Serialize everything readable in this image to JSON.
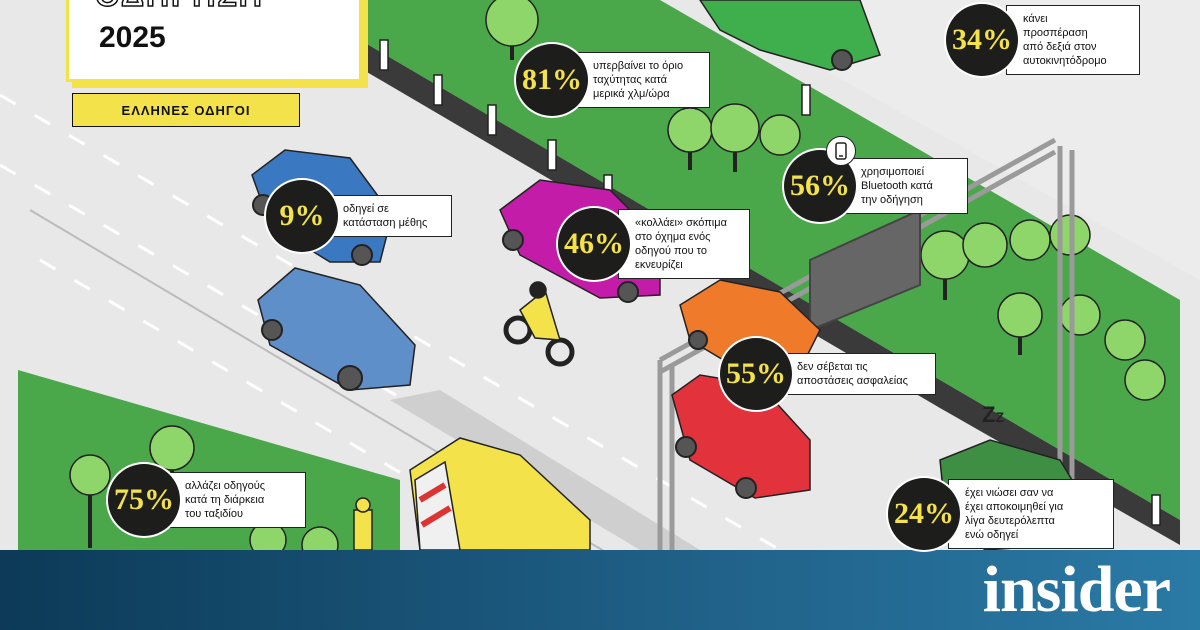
{
  "title": {
    "line1": "ΟΔΗΓΗΣΗ",
    "line2": "2025"
  },
  "tag": "ΕΛΛΗΝΕΣ ΟΔΗΓΟΙ",
  "stats": [
    {
      "id": "speeding",
      "value": "81%",
      "text": "υπερβαίνει το όριο\nταχύτητας κατά\nμερικά χλμ/ώρα"
    },
    {
      "id": "right-overtake",
      "value": "34%",
      "text": "κάνει\nπροσπέραση\nαπό δεξιά στον\nαυτοκινητόδρομο"
    },
    {
      "id": "drunk",
      "value": "9%",
      "text": "οδηγεί σε\nκατάσταση μέθης"
    },
    {
      "id": "bluetooth",
      "value": "56%",
      "text": "χρησιμοποιεί\nBluetooth κατά\nτην οδήγηση"
    },
    {
      "id": "tailgating",
      "value": "46%",
      "text": "«κολλάει» σκόπιμα\nστο όχημα ενός\nοδηγού που το\nεκνευρίζει"
    },
    {
      "id": "distance",
      "value": "55%",
      "text": "δεν σέβεται τις\nαποστάσεις ασφαλείας"
    },
    {
      "id": "swap-drivers",
      "value": "75%",
      "text": "αλλάζει οδηγούς\nκατά τη διάρκεια\nτου ταξιδίου"
    },
    {
      "id": "drowsy",
      "value": "24%",
      "text": "έχει νιώσει σαν να\nέχει αποκοιμηθεί για\nλίγα δευτερόλεπτα\nενώ οδηγεί"
    }
  ],
  "sleep_glyph": "Z",
  "footer": {
    "brand": "insider"
  },
  "colors": {
    "yellow": "#f4e24a",
    "grass": "#4aa84a",
    "road": "#e6e6e6",
    "dark": "#1d1d1b",
    "footer": "#0c3a57"
  }
}
